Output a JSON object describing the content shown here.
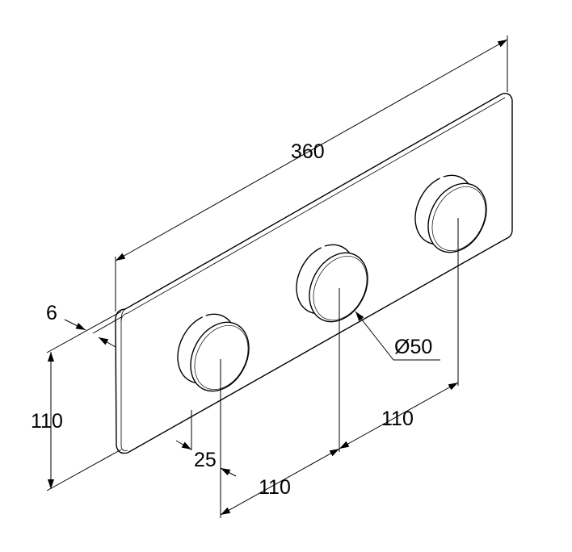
{
  "drawing": {
    "dimensions": {
      "length": "360",
      "thickness": "6",
      "height": "110",
      "knob_offset": "25",
      "spacing_1": "110",
      "spacing_2": "110",
      "diameter": "Ø50"
    },
    "knob_count": 3,
    "colors": {
      "line": "#000000",
      "background": "#ffffff"
    }
  }
}
